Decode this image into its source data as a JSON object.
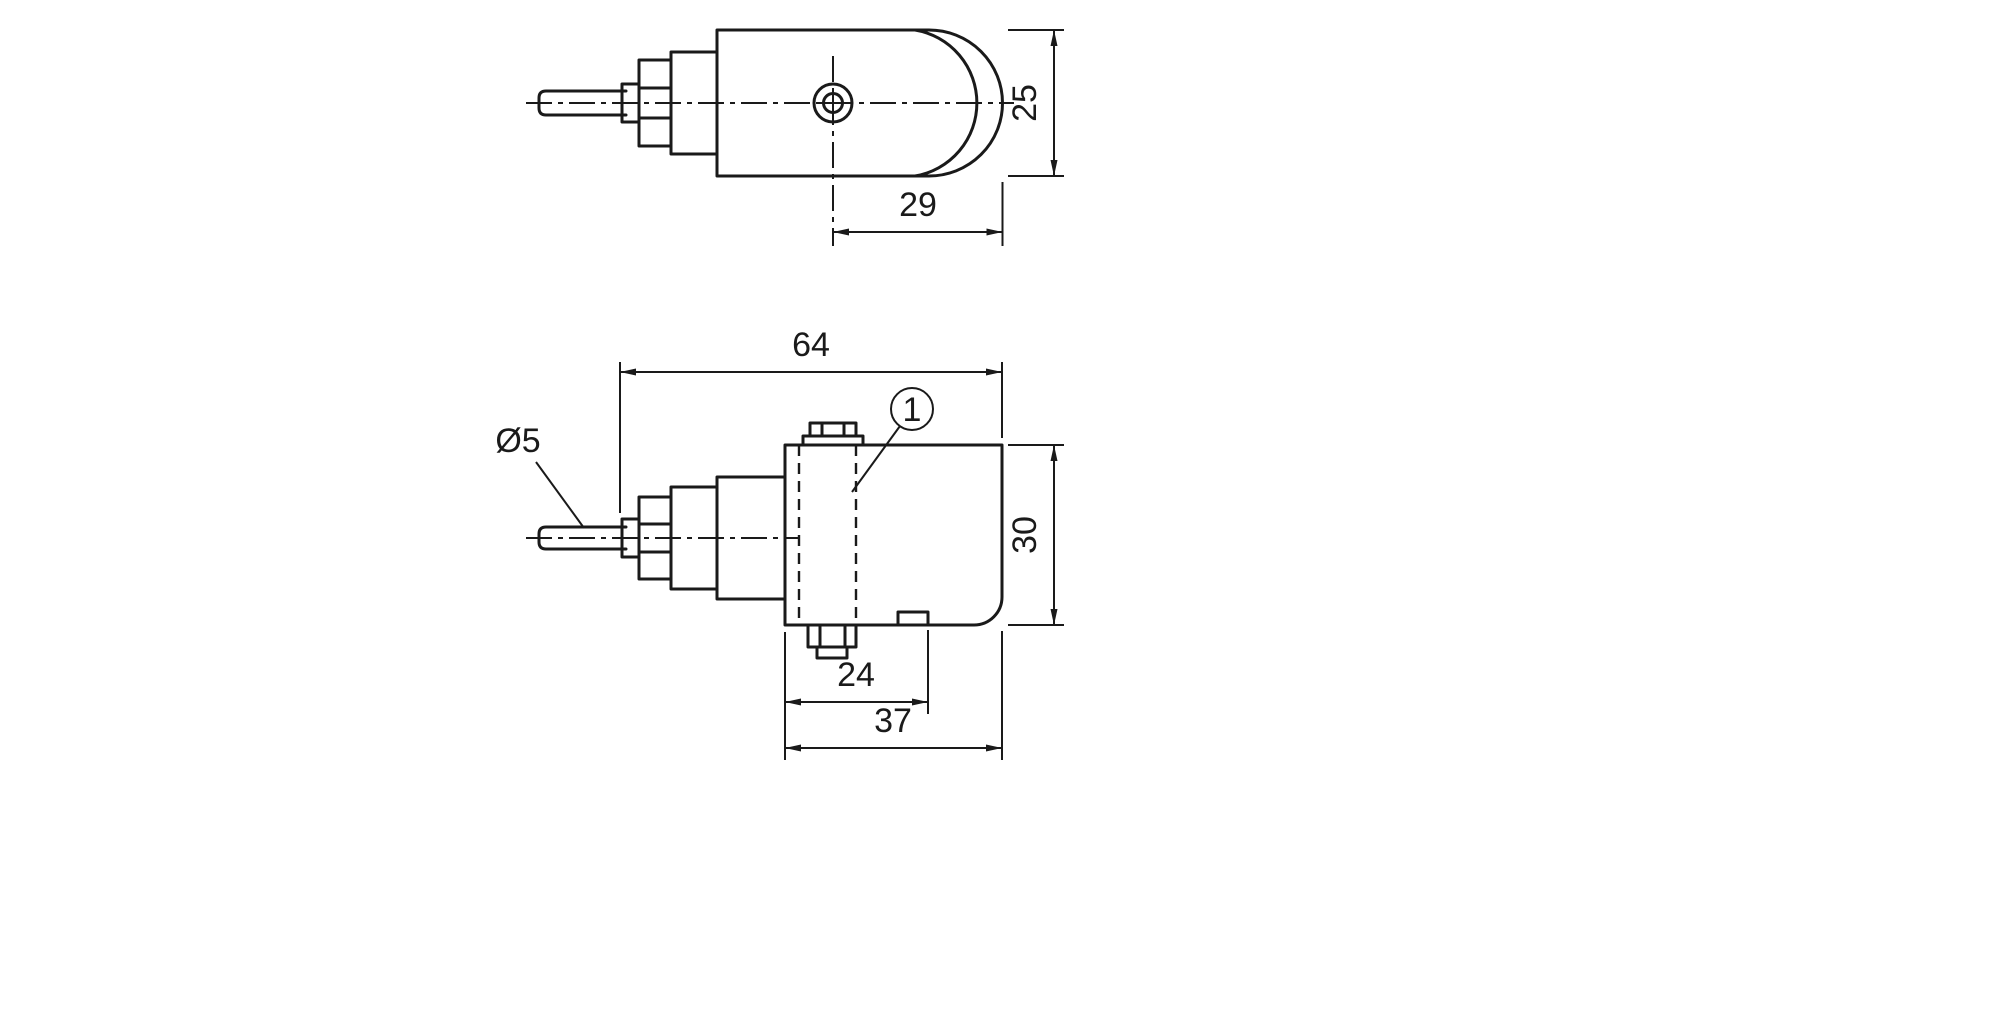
{
  "colors": {
    "line": "#1a1a1a",
    "background": "#ffffff"
  },
  "top_view": {
    "height_mm": "25",
    "hole_offset_mm": "29"
  },
  "side_view": {
    "overall_length_mm": "64",
    "cable_diameter": "Ø5",
    "height_mm": "30",
    "face_offset_mm": "24",
    "head_length_mm": "37",
    "callout": "1"
  }
}
